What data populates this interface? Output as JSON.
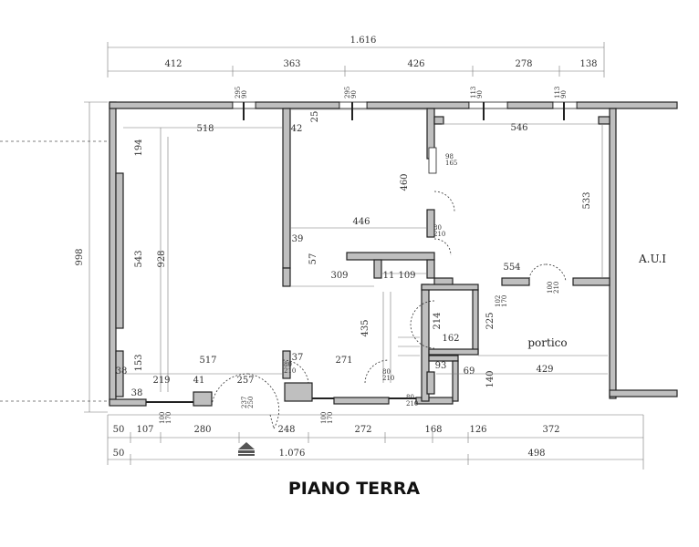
{
  "title": "PIANO TERRA",
  "labels": {
    "aui": "A.U.I",
    "portico": "portico"
  },
  "dims_top": {
    "total": "1.616",
    "d1": "412",
    "d2": "363",
    "d3": "426",
    "d4": "278",
    "d5": "138"
  },
  "dims_bottom": {
    "a1": "50",
    "a2": "107",
    "a3": "280",
    "a4": "248",
    "a5": "272",
    "a6": "168",
    "a7": "126",
    "a8": "372",
    "b1": "50",
    "b2": "1.076",
    "b3": "498"
  },
  "dims_side": {
    "total_height": "998"
  },
  "windows": {
    "w1": "295\n90",
    "w2": "295\n90",
    "w3": "113\n90",
    "w4": "113\n90",
    "w5": "98\n165",
    "w6": "80\n210",
    "w7": "80\n210",
    "w8": "102\n170",
    "w9": "100\n210",
    "w10": "80\n210",
    "w11": "80\n210",
    "w12": "100\n170",
    "w13": "100\n170",
    "w14": "237\n250"
  },
  "room_dims": {
    "r518": "518",
    "r194": "194",
    "r543": "543",
    "r928": "928",
    "r153": "153",
    "r38a": "38",
    "r38b": "38",
    "r517": "517",
    "r219": "219",
    "r41": "41",
    "r257": "257",
    "r42": "42",
    "r25": "25",
    "r460": "460",
    "r446": "446",
    "r39": "39",
    "r57": "57",
    "r309": "309",
    "r11": "11",
    "r109": "109",
    "r435": "435",
    "r37": "37",
    "r271": "271",
    "r546": "546",
    "r533": "533",
    "r554": "554",
    "r214": "214",
    "r225": "225",
    "r162": "162",
    "r93": "93",
    "r69": "69",
    "r140": "140",
    "r429": "429"
  }
}
